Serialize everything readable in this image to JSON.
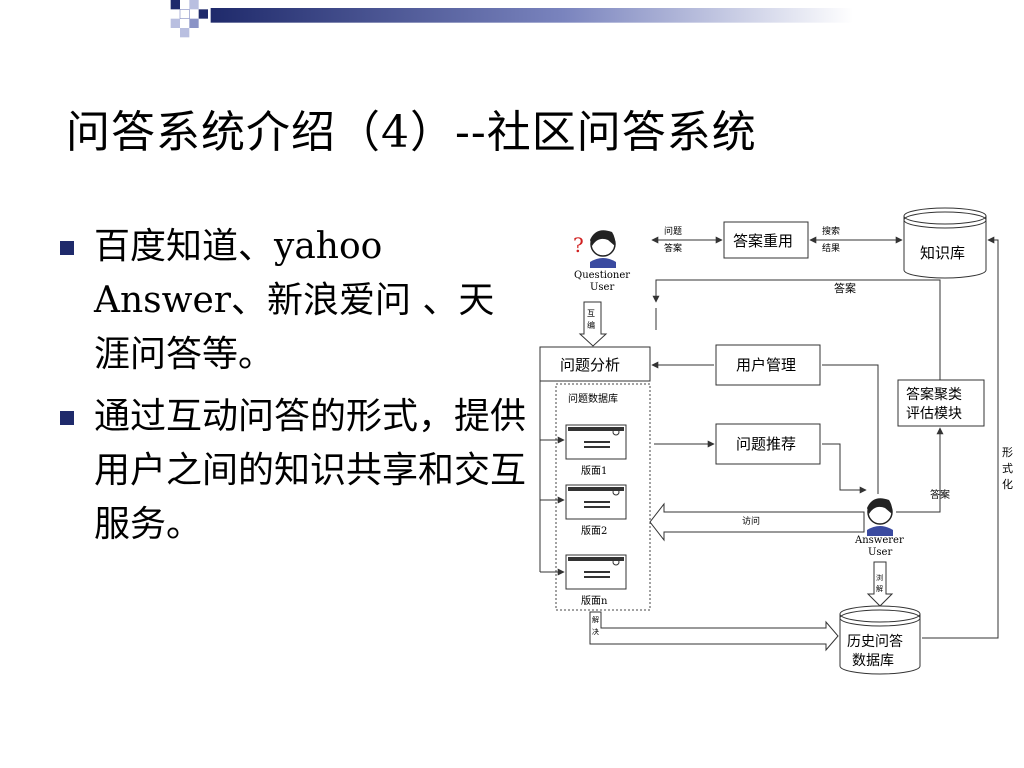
{
  "slide": {
    "title": "问答系统介绍（4）--社区问答系统",
    "bullets": [
      "百度知道、yahoo Answer、新浪爱问 、天涯问答等。",
      "通过互动问答的形式，提供用户之间的知识共享和交互服务。"
    ]
  },
  "diagram": {
    "questioner_mark": "?",
    "questioner_label1": "Questioner",
    "questioner_label2": "User",
    "submit_label": "互\n编",
    "question_analysis": "问题分析",
    "question_db": "问题数据库",
    "board1": "版面1",
    "board2": "版面2",
    "boardn": "版面n",
    "answer_reuse": "答案重用",
    "question_answer_edge": "问题\n答案",
    "search_result_edge": "搜索\n结果",
    "knowledge_base": "知识库",
    "answer_edge_top": "答案",
    "user_mgmt": "用户管理",
    "clustering": "答案聚类\n评估模块",
    "question_recommend": "问题推荐",
    "answer_edge_right": "答案",
    "visit_edge": "访问",
    "answerer_label1": "Answerer",
    "answerer_label2": "User",
    "formalize_edge": "形\n式\n化",
    "history_db": "历史问答\n数据库",
    "answerer_down_edge": "浏\n解",
    "board_down_edge": "解\n决",
    "colors": {
      "accent": "#1f2a6b",
      "accent_light": "#8a93c6",
      "line": "#333333"
    }
  }
}
